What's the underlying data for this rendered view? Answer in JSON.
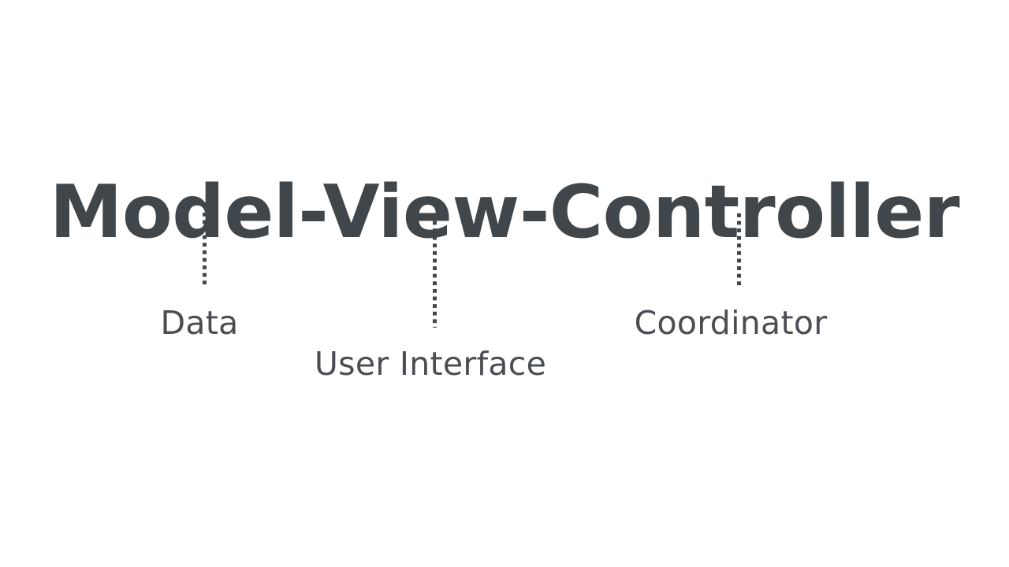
{
  "slide": {
    "background_color": "#ffffff",
    "text_color": "#41464a",
    "label_color": "#4a4e52",
    "title": "Model-View-Controller",
    "connectors": [
      {
        "id": "model-connector",
        "style": "vertical-dotted-line"
      },
      {
        "id": "view-connector",
        "style": "vertical-dotted-line"
      },
      {
        "id": "controller-connector",
        "style": "vertical-dotted-line"
      }
    ],
    "labels": [
      {
        "id": "model",
        "term": "Model",
        "caption": "Data"
      },
      {
        "id": "view",
        "term": "View",
        "caption": "User Interface"
      },
      {
        "id": "controller",
        "term": "Controller",
        "caption": "Coordinator"
      }
    ]
  }
}
